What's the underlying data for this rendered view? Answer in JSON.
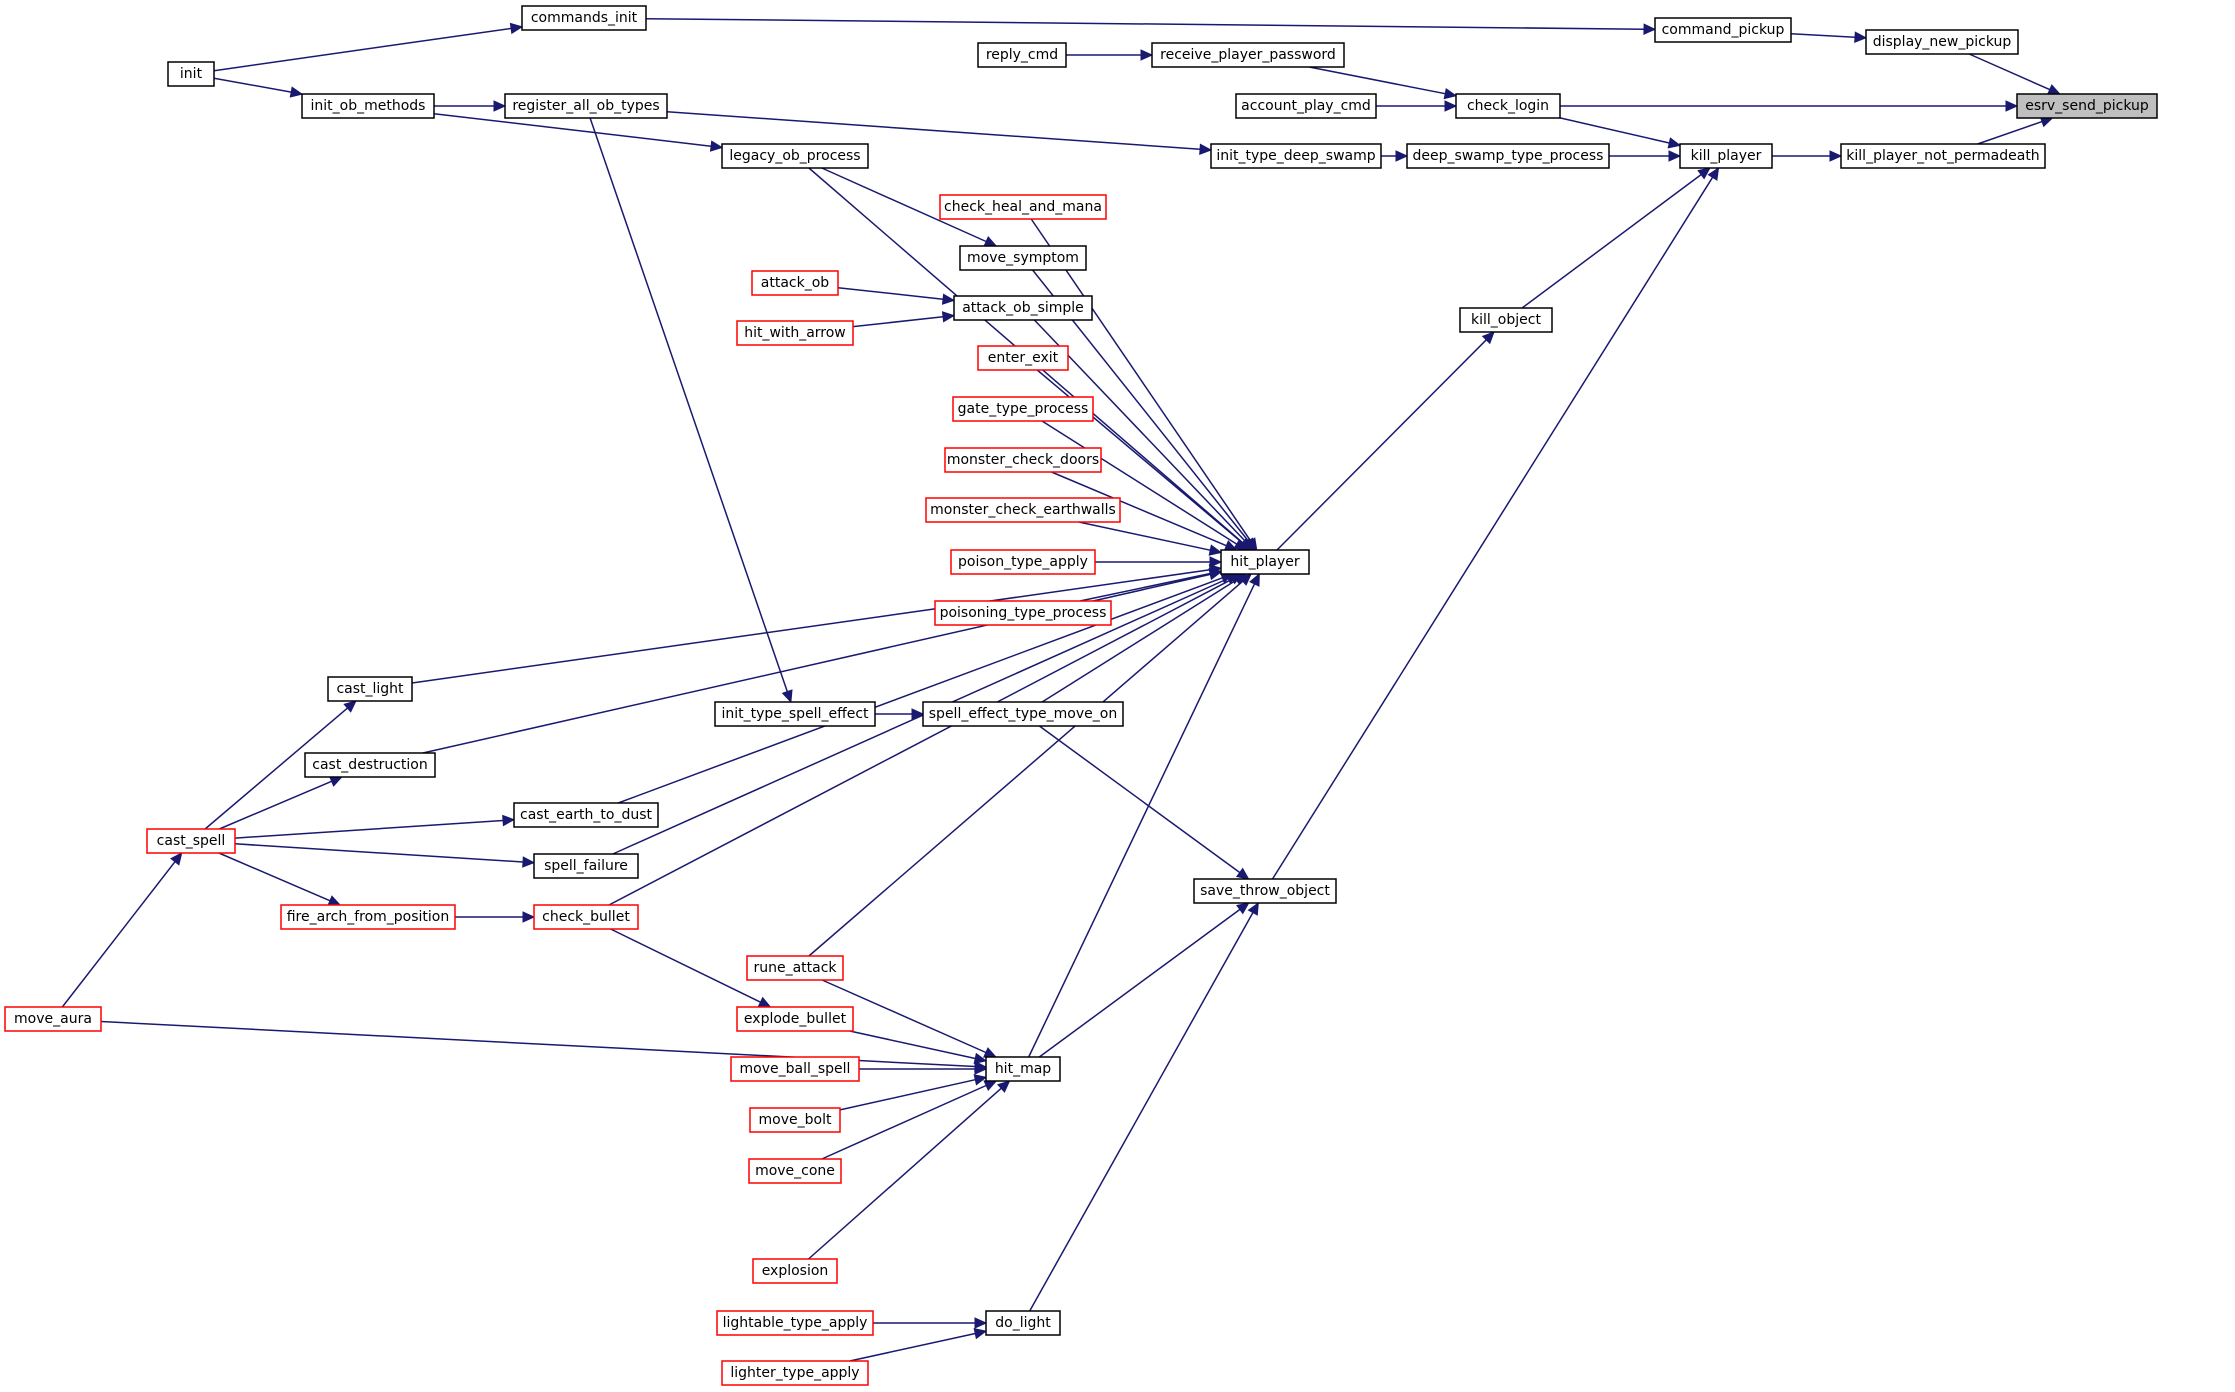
{
  "colors": {
    "edge": "#191970",
    "documented_border": "#000000",
    "undocumented_border": "#ff0000",
    "root_fill": "#bfbfbf"
  },
  "nodes": [
    {
      "id": "esrv_send_pickup",
      "label": "esrv_send_pickup",
      "kind": "root"
    },
    {
      "id": "commands_init",
      "label": "commands_init",
      "kind": "documented"
    },
    {
      "id": "command_pickup",
      "label": "command_pickup",
      "kind": "documented"
    },
    {
      "id": "display_new_pickup",
      "label": "display_new_pickup",
      "kind": "documented"
    },
    {
      "id": "init",
      "label": "init",
      "kind": "documented"
    },
    {
      "id": "reply_cmd",
      "label": "reply_cmd",
      "kind": "documented"
    },
    {
      "id": "receive_player_password",
      "label": "receive_player_password",
      "kind": "documented"
    },
    {
      "id": "init_ob_methods",
      "label": "init_ob_methods",
      "kind": "documented"
    },
    {
      "id": "register_all_ob_types",
      "label": "register_all_ob_types",
      "kind": "documented"
    },
    {
      "id": "account_play_cmd",
      "label": "account_play_cmd",
      "kind": "documented"
    },
    {
      "id": "check_login",
      "label": "check_login",
      "kind": "documented"
    },
    {
      "id": "legacy_ob_process",
      "label": "legacy_ob_process",
      "kind": "documented"
    },
    {
      "id": "init_type_deep_swamp",
      "label": "init_type_deep_swamp",
      "kind": "documented"
    },
    {
      "id": "deep_swamp_type_process",
      "label": "deep_swamp_type_process",
      "kind": "documented"
    },
    {
      "id": "kill_player",
      "label": "kill_player",
      "kind": "documented"
    },
    {
      "id": "kill_player_not_permadeath",
      "label": "kill_player_not_permadeath",
      "kind": "documented"
    },
    {
      "id": "check_heal_and_mana",
      "label": "check_heal_and_mana",
      "kind": "undocumented"
    },
    {
      "id": "move_symptom",
      "label": "move_symptom",
      "kind": "documented"
    },
    {
      "id": "attack_ob",
      "label": "attack_ob",
      "kind": "undocumented"
    },
    {
      "id": "attack_ob_simple",
      "label": "attack_ob_simple",
      "kind": "documented"
    },
    {
      "id": "kill_object",
      "label": "kill_object",
      "kind": "documented"
    },
    {
      "id": "hit_with_arrow",
      "label": "hit_with_arrow",
      "kind": "undocumented"
    },
    {
      "id": "enter_exit",
      "label": "enter_exit",
      "kind": "undocumented"
    },
    {
      "id": "gate_type_process",
      "label": "gate_type_process",
      "kind": "undocumented"
    },
    {
      "id": "monster_check_doors",
      "label": "monster_check_doors",
      "kind": "undocumented"
    },
    {
      "id": "monster_check_earthwalls",
      "label": "monster_check_earthwalls",
      "kind": "undocumented"
    },
    {
      "id": "poison_type_apply",
      "label": "poison_type_apply",
      "kind": "undocumented"
    },
    {
      "id": "hit_player",
      "label": "hit_player",
      "kind": "documented"
    },
    {
      "id": "poisoning_type_process",
      "label": "poisoning_type_process",
      "kind": "undocumented"
    },
    {
      "id": "cast_light",
      "label": "cast_light",
      "kind": "documented"
    },
    {
      "id": "init_type_spell_effect",
      "label": "init_type_spell_effect",
      "kind": "documented"
    },
    {
      "id": "spell_effect_type_move_on",
      "label": "spell_effect_type_move_on",
      "kind": "documented"
    },
    {
      "id": "cast_destruction",
      "label": "cast_destruction",
      "kind": "documented"
    },
    {
      "id": "cast_earth_to_dust",
      "label": "cast_earth_to_dust",
      "kind": "documented"
    },
    {
      "id": "cast_spell",
      "label": "cast_spell",
      "kind": "undocumented"
    },
    {
      "id": "spell_failure",
      "label": "spell_failure",
      "kind": "documented"
    },
    {
      "id": "save_throw_object",
      "label": "save_throw_object",
      "kind": "documented"
    },
    {
      "id": "fire_arch_from_position",
      "label": "fire_arch_from_position",
      "kind": "undocumented"
    },
    {
      "id": "check_bullet",
      "label": "check_bullet",
      "kind": "undocumented"
    },
    {
      "id": "rune_attack",
      "label": "rune_attack",
      "kind": "undocumented"
    },
    {
      "id": "move_aura",
      "label": "move_aura",
      "kind": "undocumented"
    },
    {
      "id": "explode_bullet",
      "label": "explode_bullet",
      "kind": "undocumented"
    },
    {
      "id": "move_ball_spell",
      "label": "move_ball_spell",
      "kind": "undocumented"
    },
    {
      "id": "hit_map",
      "label": "hit_map",
      "kind": "documented"
    },
    {
      "id": "move_bolt",
      "label": "move_bolt",
      "kind": "undocumented"
    },
    {
      "id": "move_cone",
      "label": "move_cone",
      "kind": "undocumented"
    },
    {
      "id": "explosion",
      "label": "explosion",
      "kind": "undocumented"
    },
    {
      "id": "lightable_type_apply",
      "label": "lightable_type_apply",
      "kind": "undocumented"
    },
    {
      "id": "do_light",
      "label": "do_light",
      "kind": "documented"
    },
    {
      "id": "lighter_type_apply",
      "label": "lighter_type_apply",
      "kind": "undocumented"
    }
  ],
  "edges": [
    {
      "from": "commands_init",
      "to": "command_pickup"
    },
    {
      "from": "command_pickup",
      "to": "display_new_pickup"
    },
    {
      "from": "display_new_pickup",
      "to": "esrv_send_pickup"
    },
    {
      "from": "init",
      "to": "commands_init"
    },
    {
      "from": "init",
      "to": "init_ob_methods"
    },
    {
      "from": "reply_cmd",
      "to": "receive_player_password"
    },
    {
      "from": "receive_player_password",
      "to": "check_login"
    },
    {
      "from": "init_ob_methods",
      "to": "register_all_ob_types"
    },
    {
      "from": "init_ob_methods",
      "to": "legacy_ob_process"
    },
    {
      "from": "register_all_ob_types",
      "to": "init_type_deep_swamp"
    },
    {
      "from": "register_all_ob_types",
      "to": "init_type_spell_effect"
    },
    {
      "from": "account_play_cmd",
      "to": "check_login"
    },
    {
      "from": "check_login",
      "to": "esrv_send_pickup"
    },
    {
      "from": "check_login",
      "to": "kill_player"
    },
    {
      "from": "init_type_deep_swamp",
      "to": "deep_swamp_type_process"
    },
    {
      "from": "deep_swamp_type_process",
      "to": "kill_player"
    },
    {
      "from": "kill_player",
      "to": "kill_player_not_permadeath"
    },
    {
      "from": "kill_player_not_permadeath",
      "to": "esrv_send_pickup"
    },
    {
      "from": "legacy_ob_process",
      "to": "move_symptom"
    },
    {
      "from": "legacy_ob_process",
      "to": "hit_player"
    },
    {
      "from": "check_heal_and_mana",
      "to": "hit_player"
    },
    {
      "from": "move_symptom",
      "to": "hit_player"
    },
    {
      "from": "attack_ob",
      "to": "attack_ob_simple"
    },
    {
      "from": "hit_with_arrow",
      "to": "attack_ob_simple"
    },
    {
      "from": "attack_ob_simple",
      "to": "hit_player"
    },
    {
      "from": "kill_object",
      "to": "kill_player"
    },
    {
      "from": "enter_exit",
      "to": "hit_player"
    },
    {
      "from": "gate_type_process",
      "to": "hit_player"
    },
    {
      "from": "monster_check_doors",
      "to": "hit_player"
    },
    {
      "from": "monster_check_earthwalls",
      "to": "hit_player"
    },
    {
      "from": "poison_type_apply",
      "to": "hit_player"
    },
    {
      "from": "poisoning_type_process",
      "to": "hit_player"
    },
    {
      "from": "hit_player",
      "to": "kill_object"
    },
    {
      "from": "cast_light",
      "to": "hit_player"
    },
    {
      "from": "init_type_spell_effect",
      "to": "spell_effect_type_move_on"
    },
    {
      "from": "spell_effect_type_move_on",
      "to": "hit_player"
    },
    {
      "from": "spell_effect_type_move_on",
      "to": "save_throw_object"
    },
    {
      "from": "cast_destruction",
      "to": "hit_player"
    },
    {
      "from": "cast_earth_to_dust",
      "to": "hit_player"
    },
    {
      "from": "spell_failure",
      "to": "hit_player"
    },
    {
      "from": "check_bullet",
      "to": "hit_player"
    },
    {
      "from": "rune_attack",
      "to": "hit_player"
    },
    {
      "from": "hit_map",
      "to": "hit_player"
    },
    {
      "from": "cast_spell",
      "to": "cast_light"
    },
    {
      "from": "cast_spell",
      "to": "cast_destruction"
    },
    {
      "from": "cast_spell",
      "to": "cast_earth_to_dust"
    },
    {
      "from": "cast_spell",
      "to": "spell_failure"
    },
    {
      "from": "cast_spell",
      "to": "fire_arch_from_position"
    },
    {
      "from": "fire_arch_from_position",
      "to": "check_bullet"
    },
    {
      "from": "check_bullet",
      "to": "explode_bullet"
    },
    {
      "from": "save_throw_object",
      "to": "kill_player"
    },
    {
      "from": "hit_map",
      "to": "save_throw_object"
    },
    {
      "from": "do_light",
      "to": "save_throw_object"
    },
    {
      "from": "move_aura",
      "to": "cast_spell"
    },
    {
      "from": "move_aura",
      "to": "hit_map"
    },
    {
      "from": "rune_attack",
      "to": "hit_map"
    },
    {
      "from": "explode_bullet",
      "to": "hit_map"
    },
    {
      "from": "move_ball_spell",
      "to": "hit_map"
    },
    {
      "from": "move_bolt",
      "to": "hit_map"
    },
    {
      "from": "move_cone",
      "to": "hit_map"
    },
    {
      "from": "explosion",
      "to": "hit_map"
    },
    {
      "from": "lightable_type_apply",
      "to": "do_light"
    },
    {
      "from": "lighter_type_apply",
      "to": "do_light"
    }
  ]
}
